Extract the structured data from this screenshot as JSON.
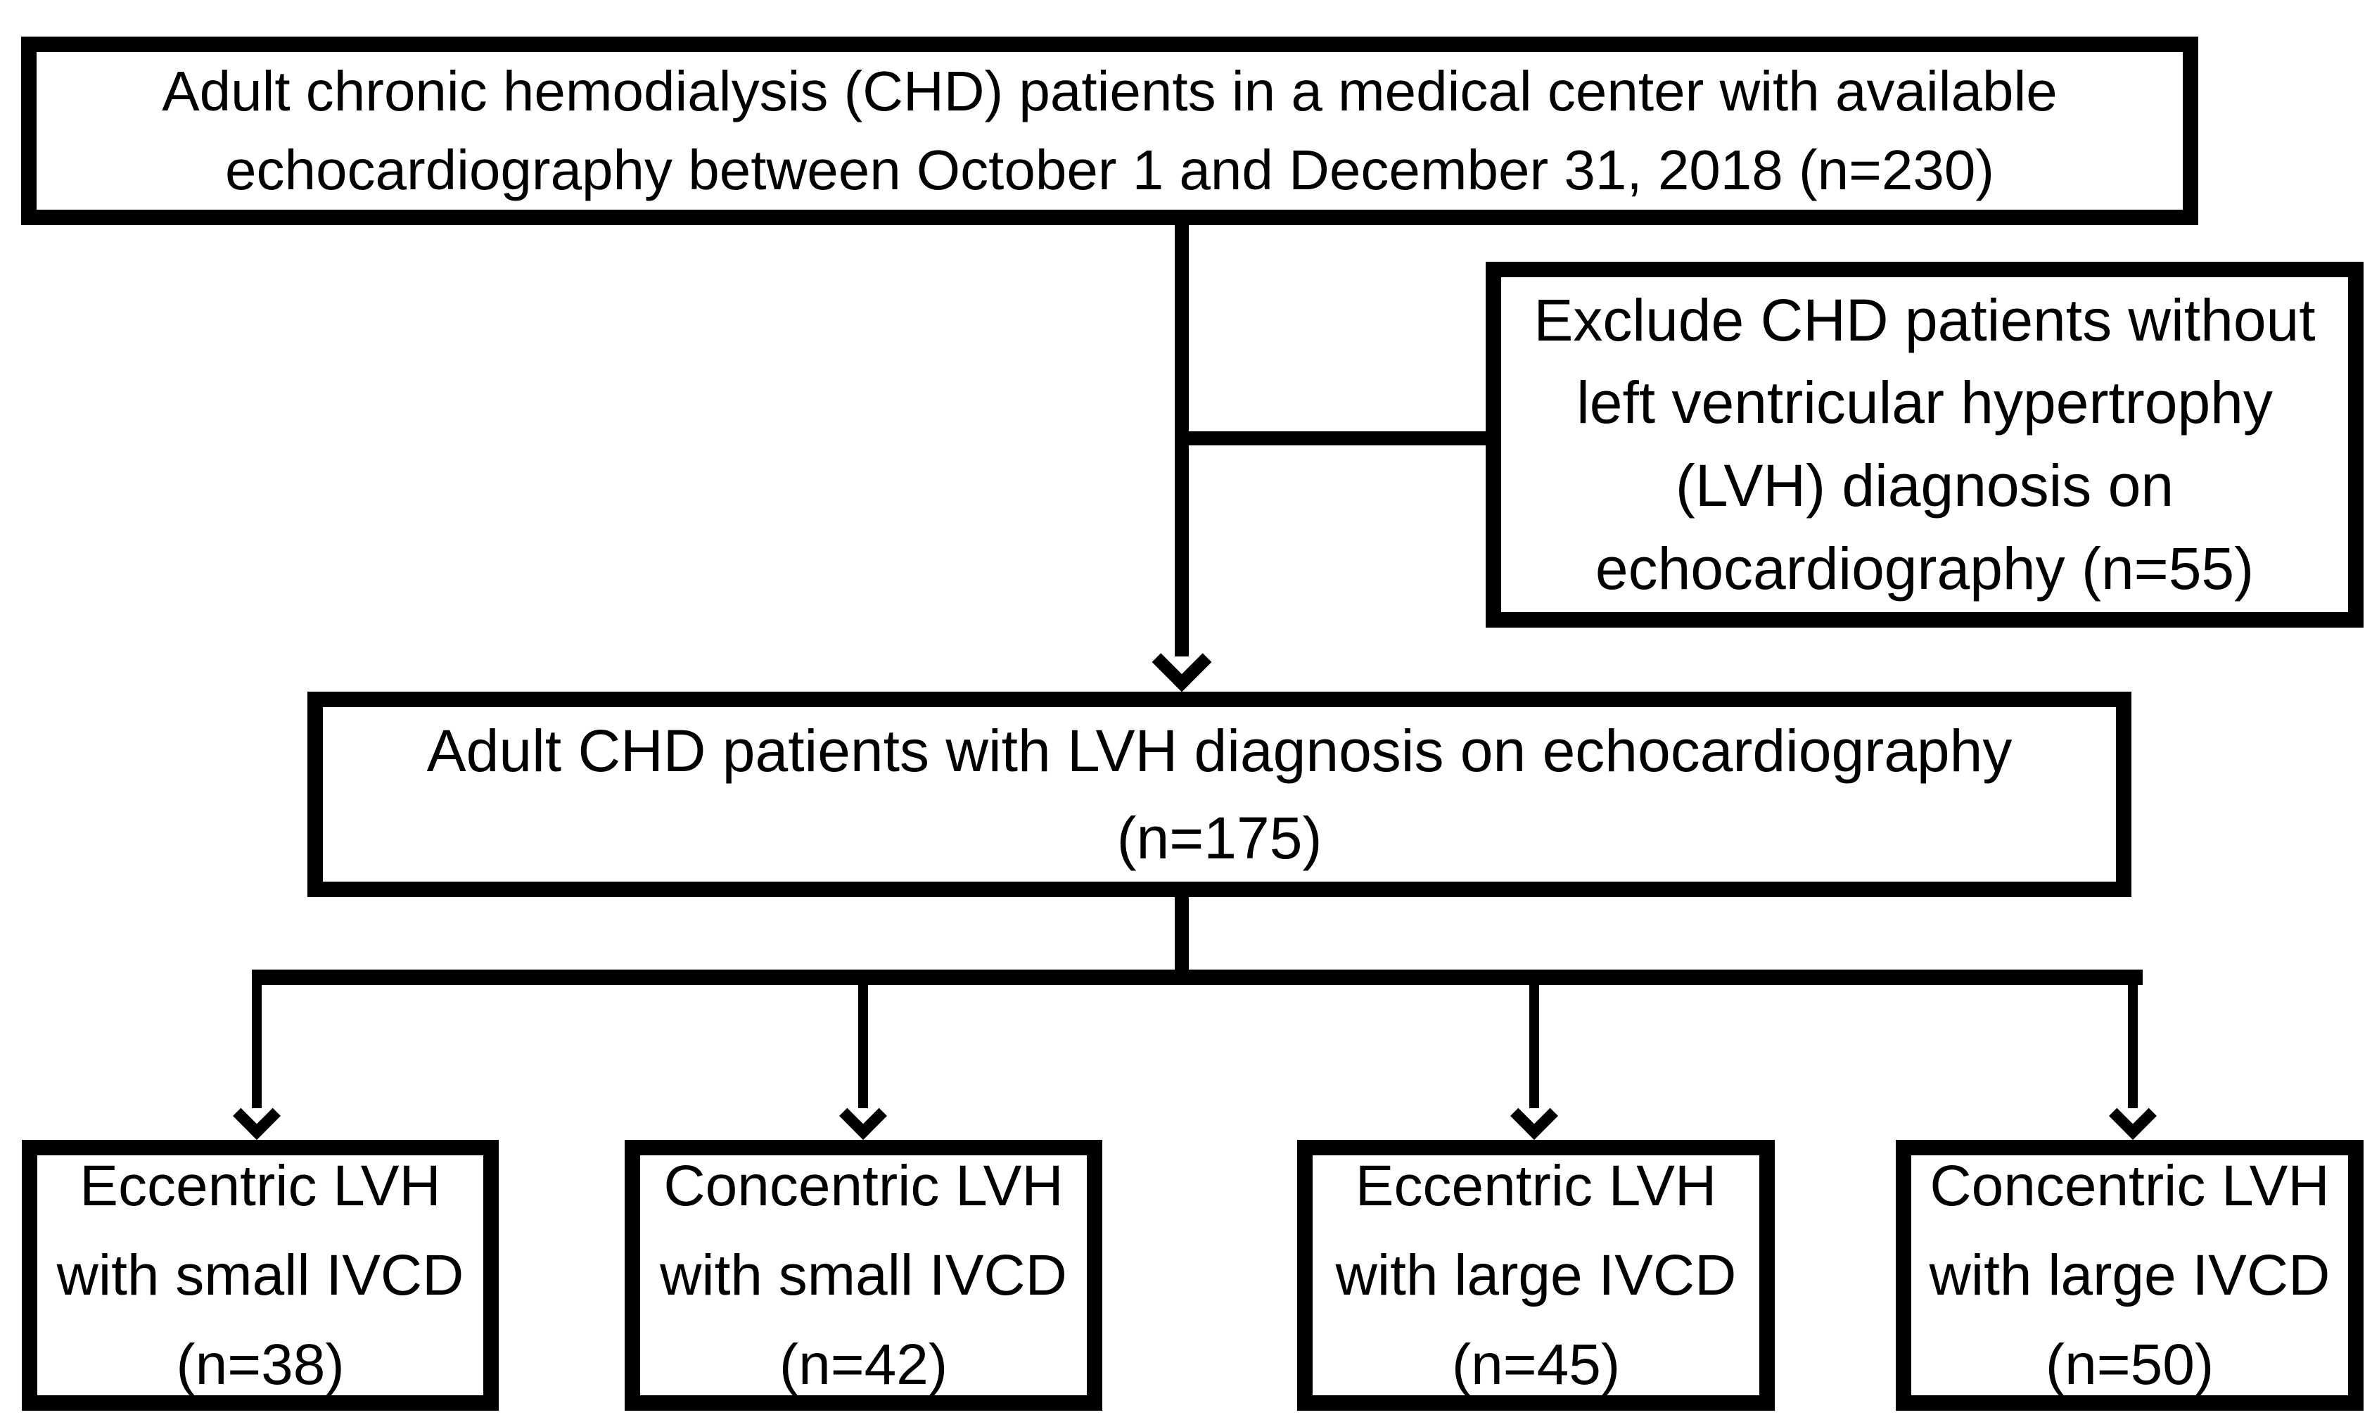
{
  "flowchart": {
    "top_box": {
      "line1": "Adult chronic hemodialysis (CHD) patients in a medical center with available",
      "line2": "echocardiography between October 1 and December 31, 2018 (n=230)"
    },
    "exclusion_box": {
      "line1": "Exclude CHD patients without",
      "line2": "left ventricular hypertrophy",
      "line3": "(LVH) diagnosis on",
      "line4": "echocardiography (n=55)"
    },
    "middle_box": {
      "line1": "Adult CHD patients with LVH diagnosis on echocardiography",
      "line2": "(n=175)"
    },
    "outcome_boxes": [
      {
        "line1": "Eccentric LVH",
        "line2": "with small IVCD",
        "line3": "(n=38)"
      },
      {
        "line1": "Concentric LVH",
        "line2": "with small IVCD",
        "line3": "(n=42)"
      },
      {
        "line1": "Eccentric LVH",
        "line2": "with large IVCD",
        "line3": "(n=45)"
      },
      {
        "line1": "Concentric LVH",
        "line2": "with large IVCD",
        "line3": "(n=50)"
      }
    ],
    "counts": {
      "initial": 230,
      "excluded": 55,
      "included": 175,
      "eccentric_small": 38,
      "concentric_small": 42,
      "eccentric_large": 45,
      "concentric_large": 50
    },
    "colors": {
      "line": "#000000",
      "background": "#ffffff",
      "text": "#000000"
    }
  }
}
